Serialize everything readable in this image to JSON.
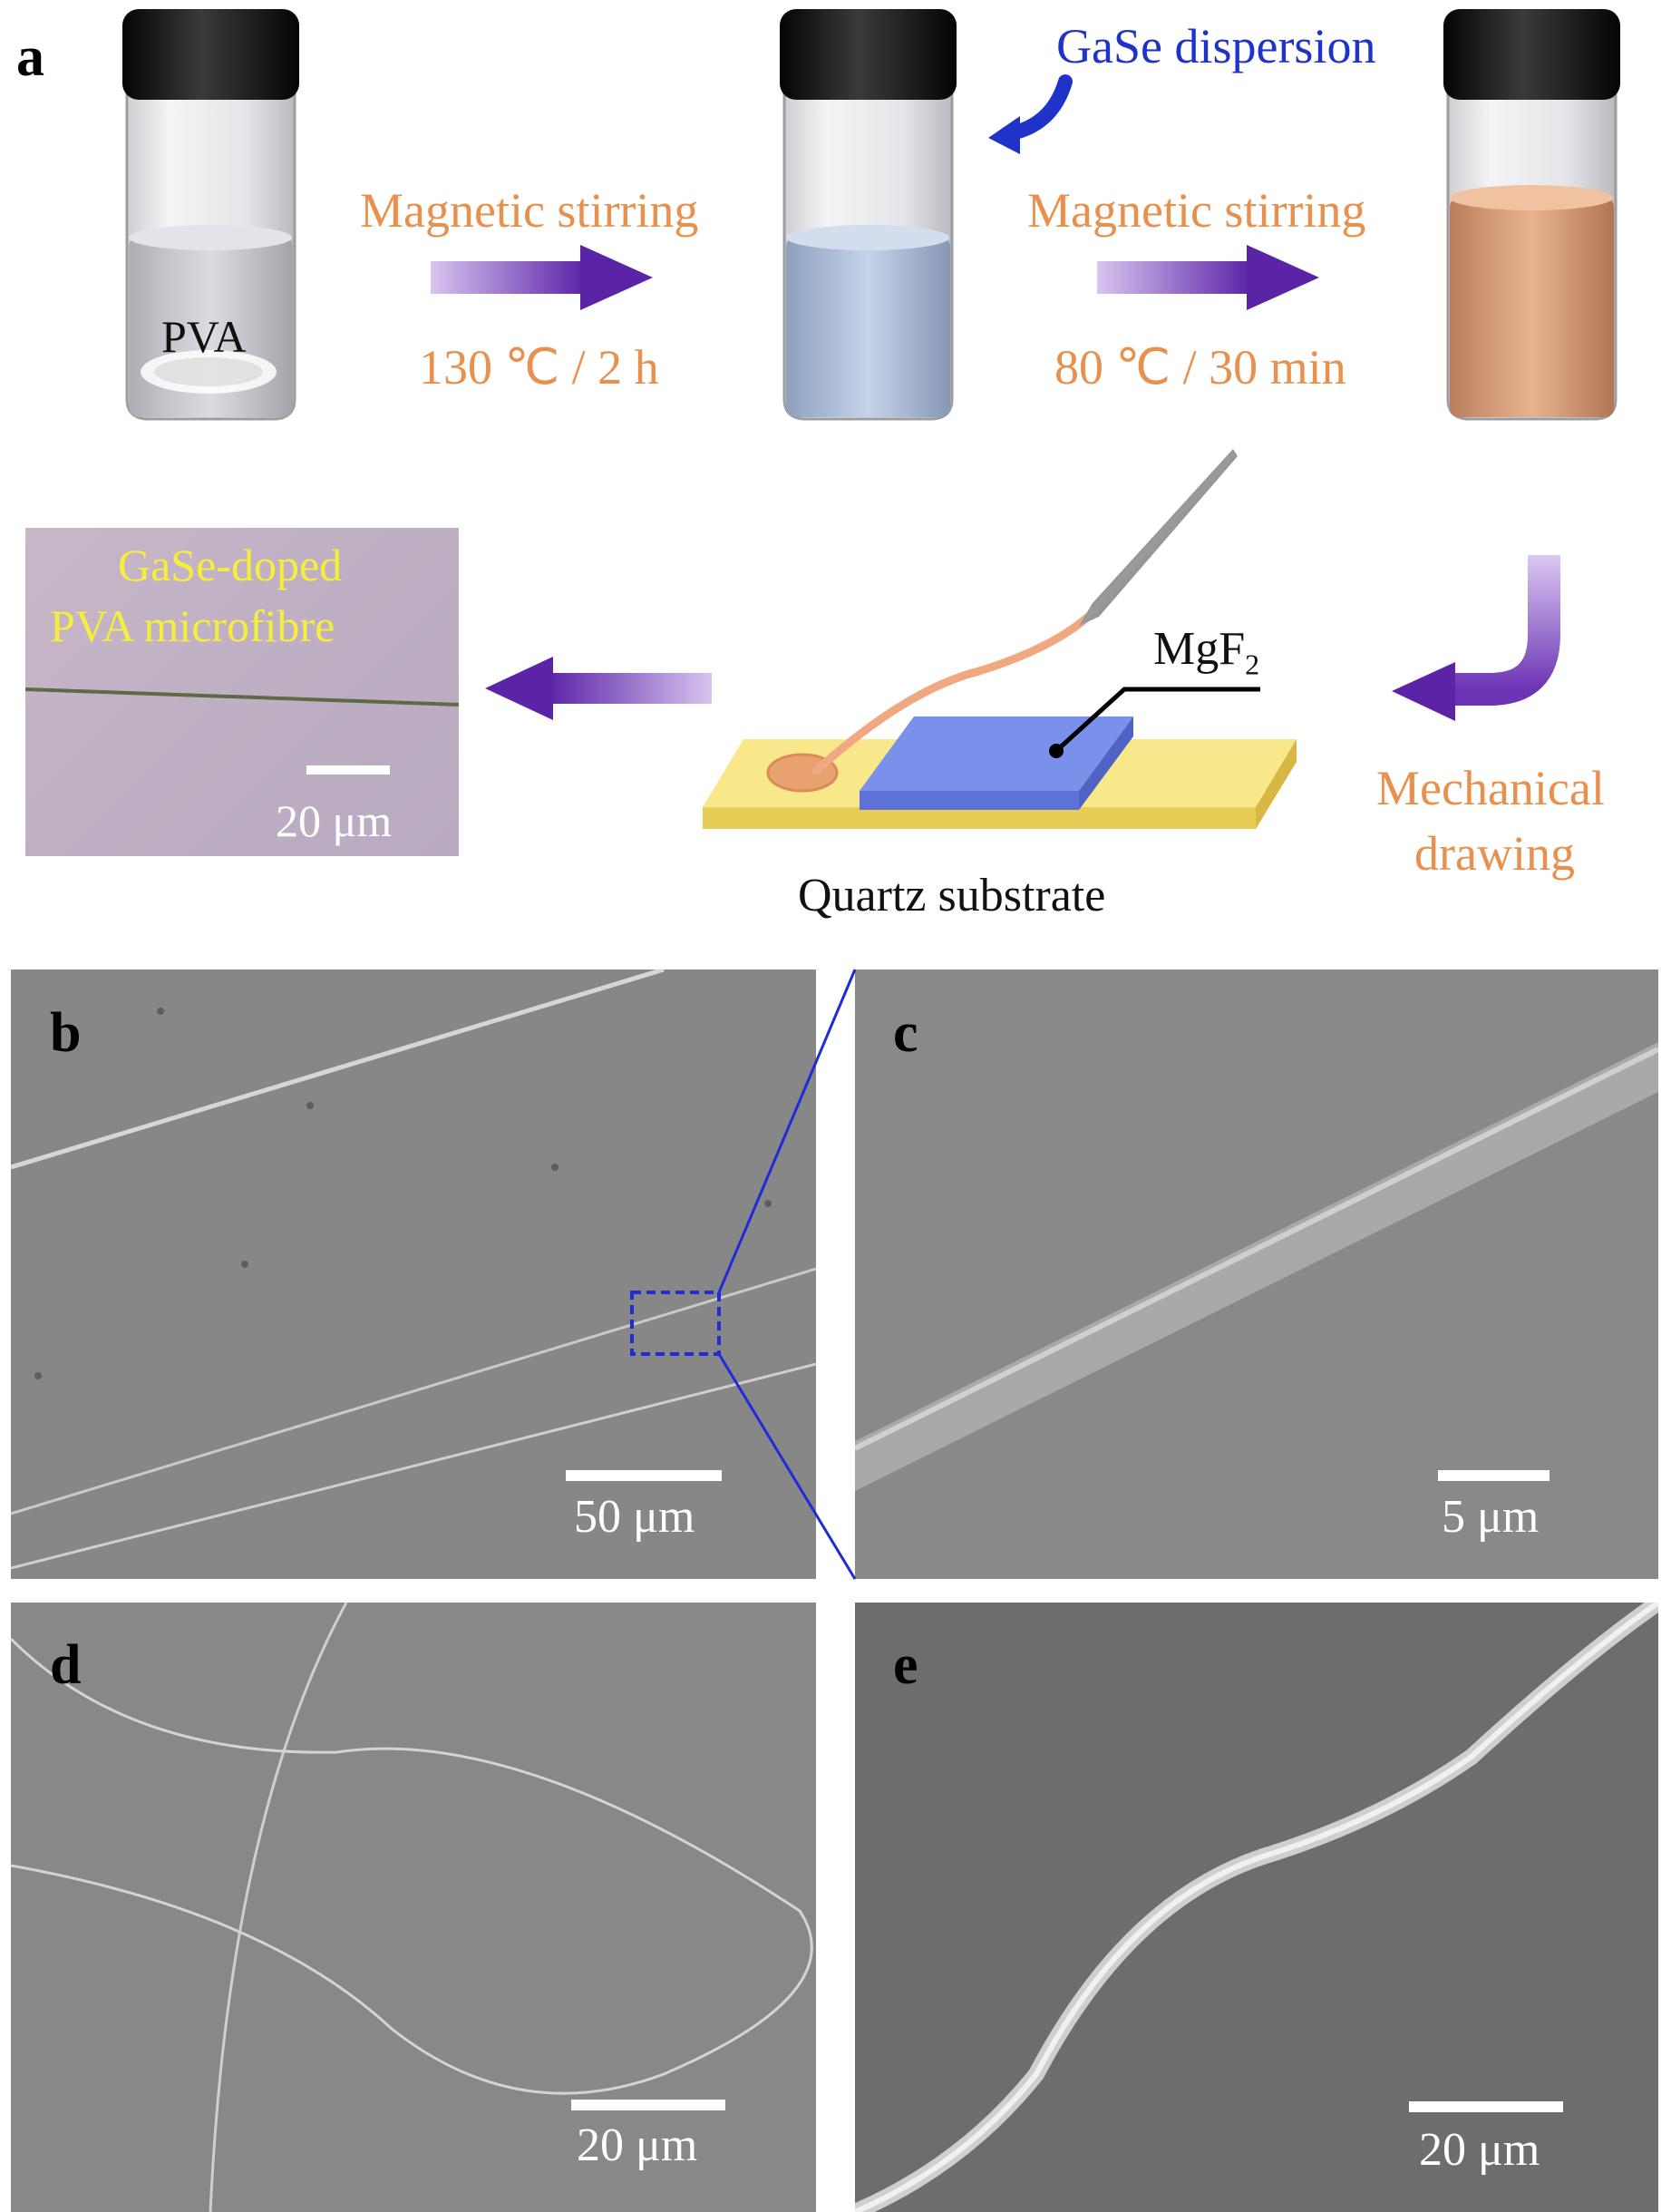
{
  "panel_a": {
    "letter": "a",
    "pva_label": "PVA",
    "step1": {
      "title": "Magnetic stirring",
      "condition": "130 ℃ / 2 h"
    },
    "dispersion_label": "GaSe dispersion",
    "step2": {
      "title": "Magnetic stirring",
      "condition": "80 ℃ / 30 min"
    },
    "drawing_label": [
      "Mechanical",
      "drawing"
    ],
    "mgf2_label": "MgF",
    "mgf2_subscript": "2",
    "substrate_label": "Quartz substrate",
    "micro_label": [
      "GaSe-doped",
      "PVA microfibre"
    ],
    "micro_scale": "20 μm",
    "colors": {
      "arrow": "#6a2fb0",
      "orange_text": "#e8914e",
      "blue_text": "#1f33c8",
      "fibre": "#f0a880",
      "mgf2": "#6f86e6",
      "quartz": "#f6e27a"
    }
  },
  "panel_b": {
    "letter": "b",
    "scale": "50 μm"
  },
  "panel_c": {
    "letter": "c",
    "scale": "5 μm"
  },
  "panel_d": {
    "letter": "d",
    "scale": "20 μm"
  },
  "panel_e": {
    "letter": "e",
    "scale": "20 μm"
  }
}
